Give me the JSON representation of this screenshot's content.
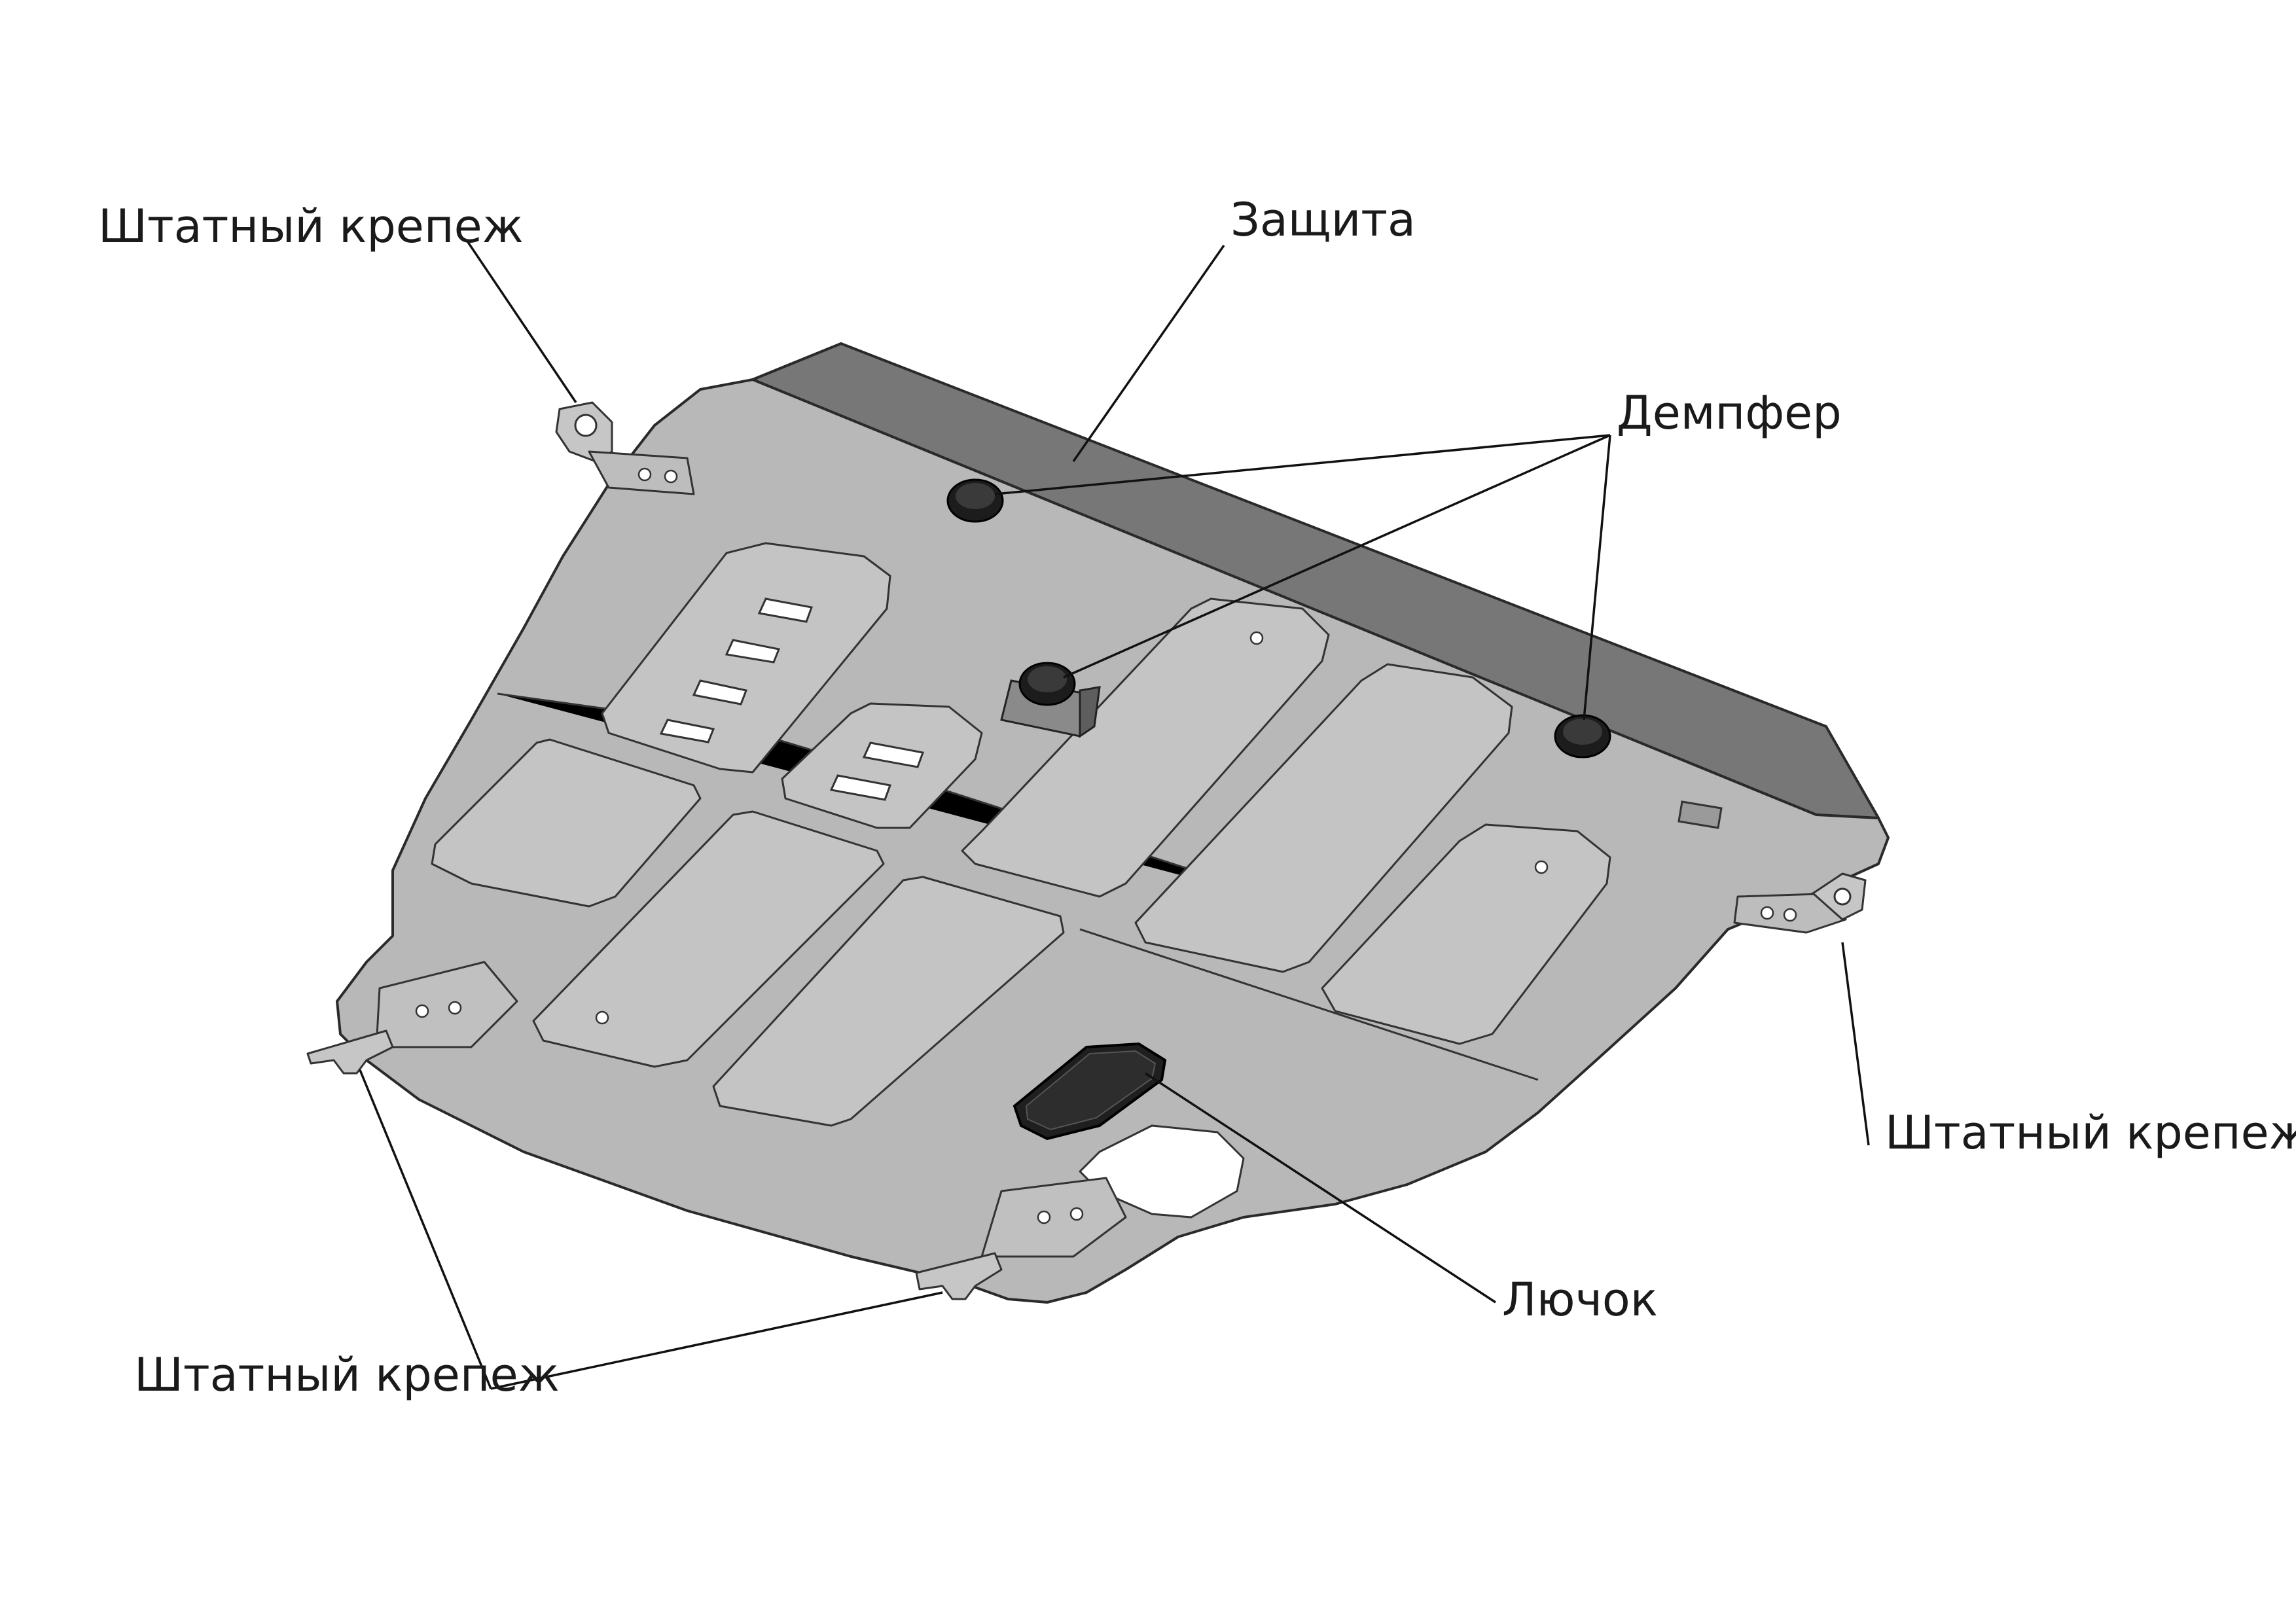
{
  "labels": {
    "fastener_top_left": "Штатный крепеж",
    "protection": "Защита",
    "damper": "Демпфер",
    "fastener_right": "Штатный крепеж",
    "fastener_bottom": "Штатный крепеж",
    "hatch": "Лючок"
  },
  "colors": {
    "plate": "#b9b9b9",
    "plate_dark_face": "#7a7a7a",
    "pocket": "#c6c6c6",
    "damper": "#1c1c1c",
    "leader": "#111111",
    "text": "#1a1a1a"
  }
}
